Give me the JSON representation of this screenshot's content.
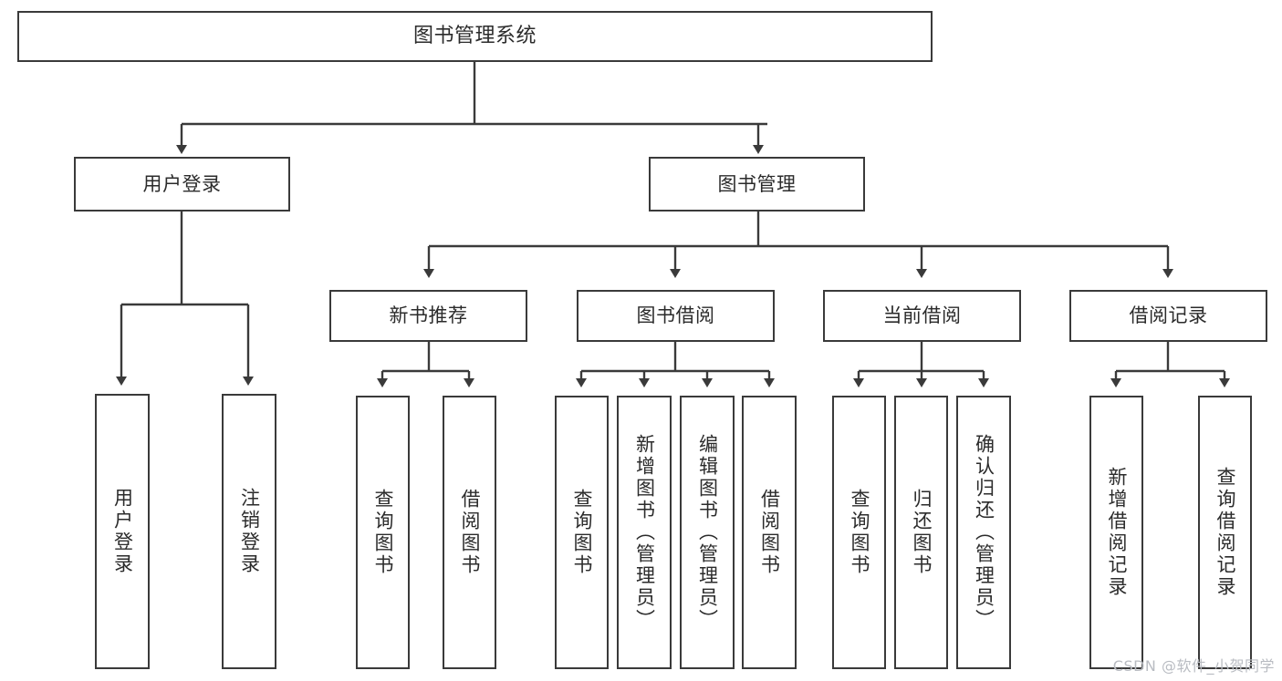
{
  "diagram": {
    "type": "tree-hierarchy-chart",
    "title": "图书管理系统",
    "border_color": "#3a3a3a",
    "background_color": "#ffffff",
    "text_color": "#2b2b2b",
    "root": {
      "id": "root",
      "label": "图书管理系统"
    },
    "level1": [
      {
        "id": "user-login",
        "label": "用户登录"
      },
      {
        "id": "book-management",
        "label": "图书管理"
      }
    ],
    "level2": [
      {
        "id": "new-book-recommend",
        "label": "新书推荐",
        "parent": "book-management"
      },
      {
        "id": "book-borrow",
        "label": "图书借阅",
        "parent": "book-management"
      },
      {
        "id": "current-borrow",
        "label": "当前借阅",
        "parent": "book-management"
      },
      {
        "id": "borrow-record",
        "label": "借阅记录",
        "parent": "book-management"
      }
    ],
    "leaves": [
      {
        "id": "leaf-user-login",
        "label": "用户登录",
        "parent": "user-login"
      },
      {
        "id": "leaf-logout-login",
        "label": "注销登录",
        "parent": "user-login"
      },
      {
        "id": "leaf-query-book-1",
        "label": "查询图书",
        "parent": "new-book-recommend"
      },
      {
        "id": "leaf-borrow-book-1",
        "label": "借阅图书",
        "parent": "new-book-recommend"
      },
      {
        "id": "leaf-query-book-2",
        "label": "查询图书",
        "parent": "book-borrow"
      },
      {
        "id": "leaf-add-book",
        "label": "新增图书（管理员）",
        "parent": "book-borrow"
      },
      {
        "id": "leaf-edit-book",
        "label": "编辑图书（管理员）",
        "parent": "book-borrow"
      },
      {
        "id": "leaf-borrow-book-2",
        "label": "借阅图书",
        "parent": "book-borrow"
      },
      {
        "id": "leaf-query-book-3",
        "label": "查询图书",
        "parent": "current-borrow"
      },
      {
        "id": "leaf-return-book",
        "label": "归还图书",
        "parent": "current-borrow"
      },
      {
        "id": "leaf-confirm-return",
        "label": "确认归还（管理员）",
        "parent": "current-borrow"
      },
      {
        "id": "leaf-add-record",
        "label": "新增借阅记录",
        "parent": "borrow-record"
      },
      {
        "id": "leaf-query-record",
        "label": "查询借阅记录",
        "parent": "borrow-record"
      }
    ]
  },
  "watermark": {
    "text": "CSDN @软件_小贺同学",
    "color": "#b9bcc2"
  }
}
